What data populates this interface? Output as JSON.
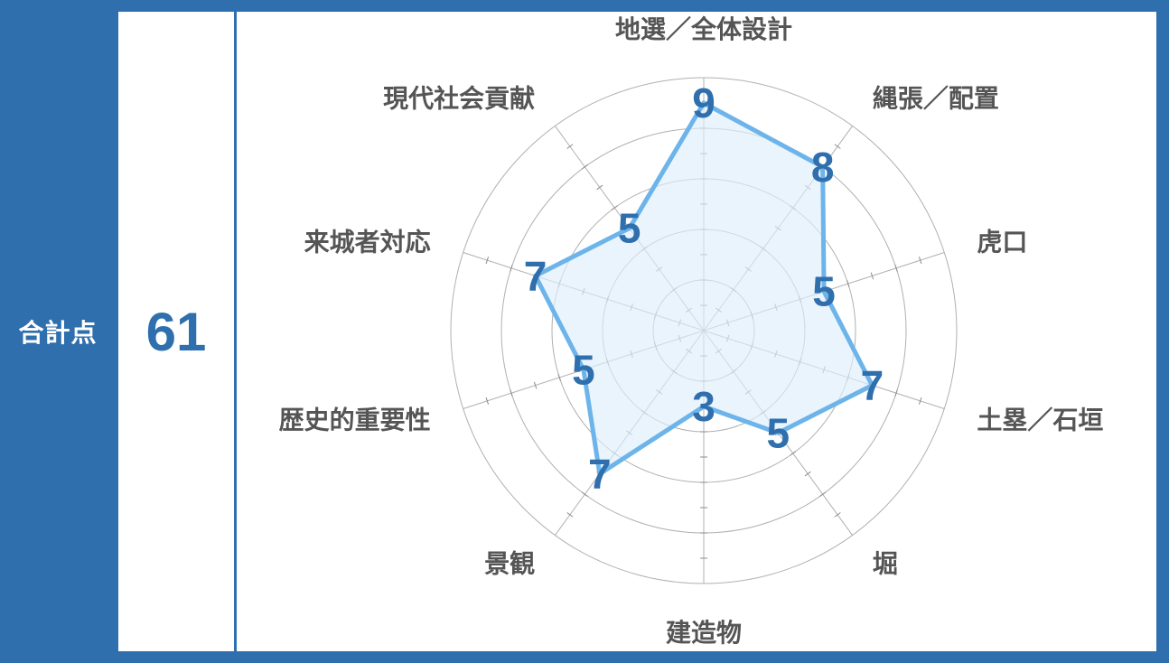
{
  "summary": {
    "label": "合計点",
    "total": "61"
  },
  "colors": {
    "frame": "#2f6fad",
    "series_line": "#6cb4ea",
    "series_fill": "#dfeefb",
    "value_text": "#2f6fad",
    "axis_text": "#555555",
    "grid": "#b0b0b0"
  },
  "chart_data": {
    "type": "radar",
    "categories": [
      "地選／全体設計",
      "縄張／配置",
      "虎口",
      "土塁／石垣",
      "堀",
      "建造物",
      "景観",
      "歴史的重要性",
      "来城者対応",
      "現代社会貢献"
    ],
    "values": [
      9,
      8,
      5,
      7,
      5,
      3,
      7,
      5,
      7,
      5
    ],
    "rlim": [
      0,
      10
    ],
    "rings": [
      2,
      4,
      6,
      8,
      10
    ],
    "grid": true,
    "legend": "none"
  }
}
